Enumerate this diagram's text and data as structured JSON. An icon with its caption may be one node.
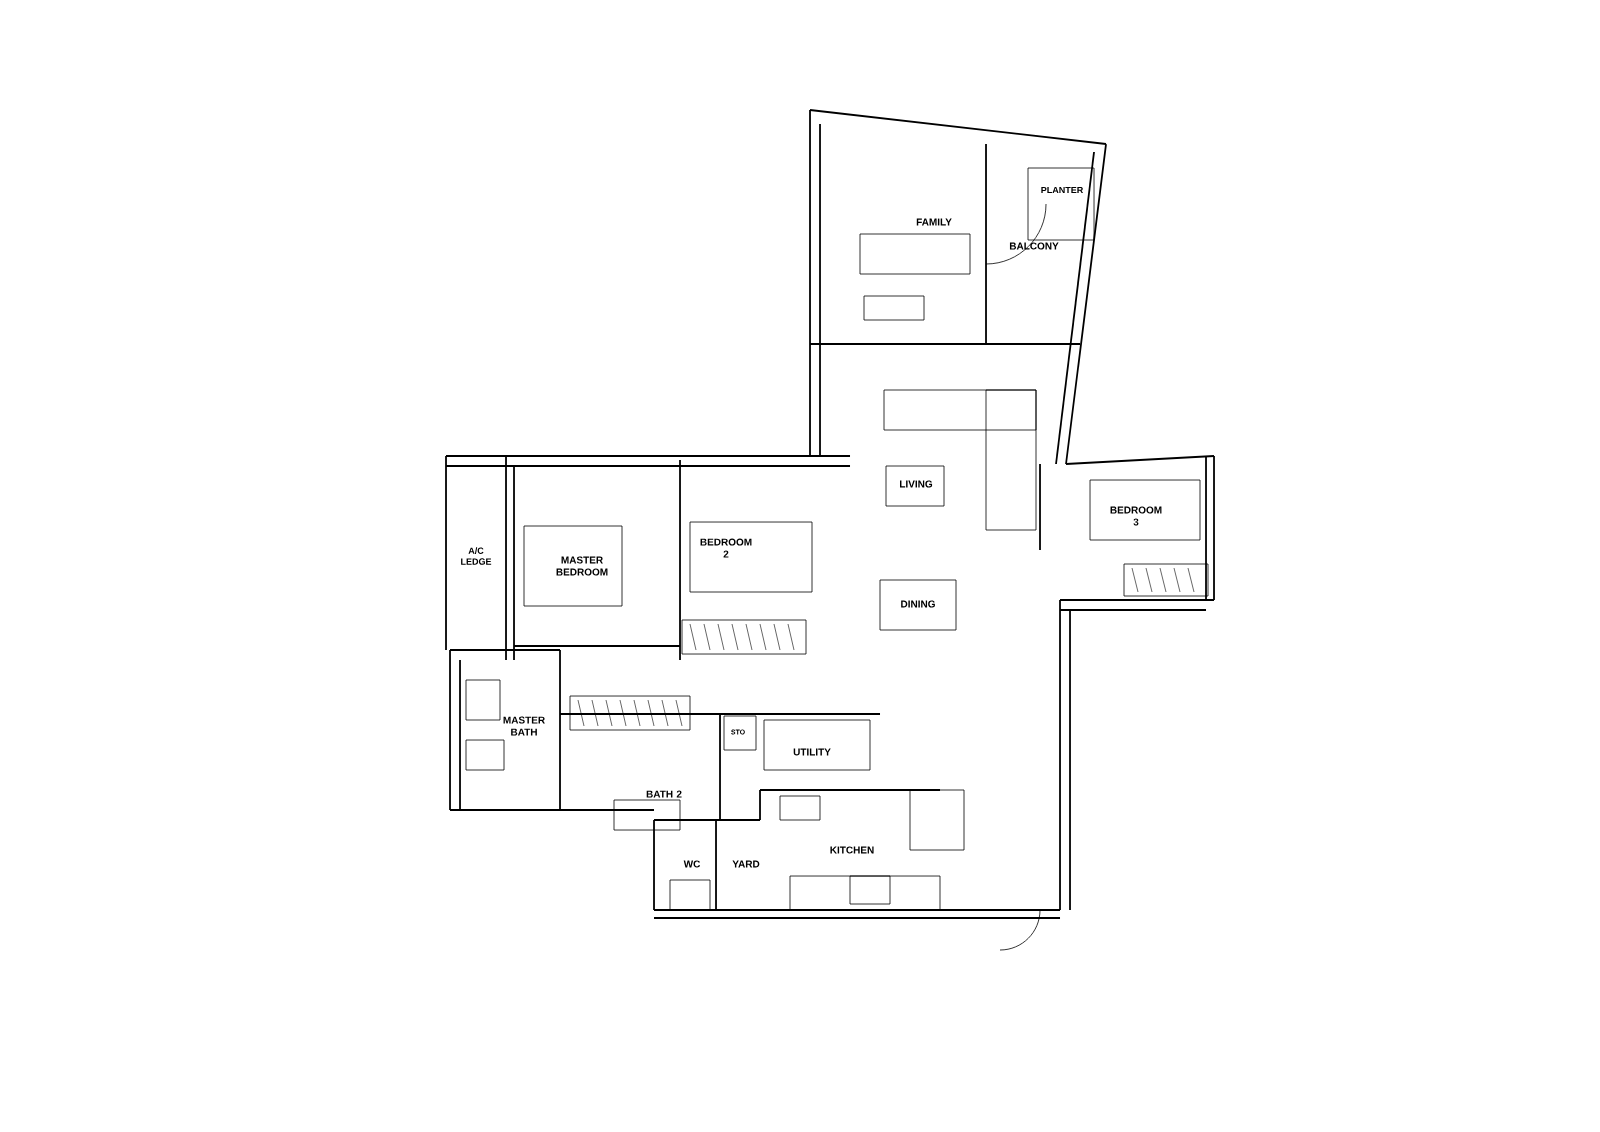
{
  "diagram": {
    "labels": [
      "PLANTER",
      "FAMILY",
      "BALCONY",
      "LIVING",
      "BEDROOM 3",
      "A/C LEDGE",
      "MASTER BEDROOM",
      "BEDROOM 2",
      "DINING",
      "MASTER BATH",
      "STO",
      "UTILITY",
      "BATH 2",
      "KITCHEN",
      "WC",
      "YARD"
    ]
  }
}
